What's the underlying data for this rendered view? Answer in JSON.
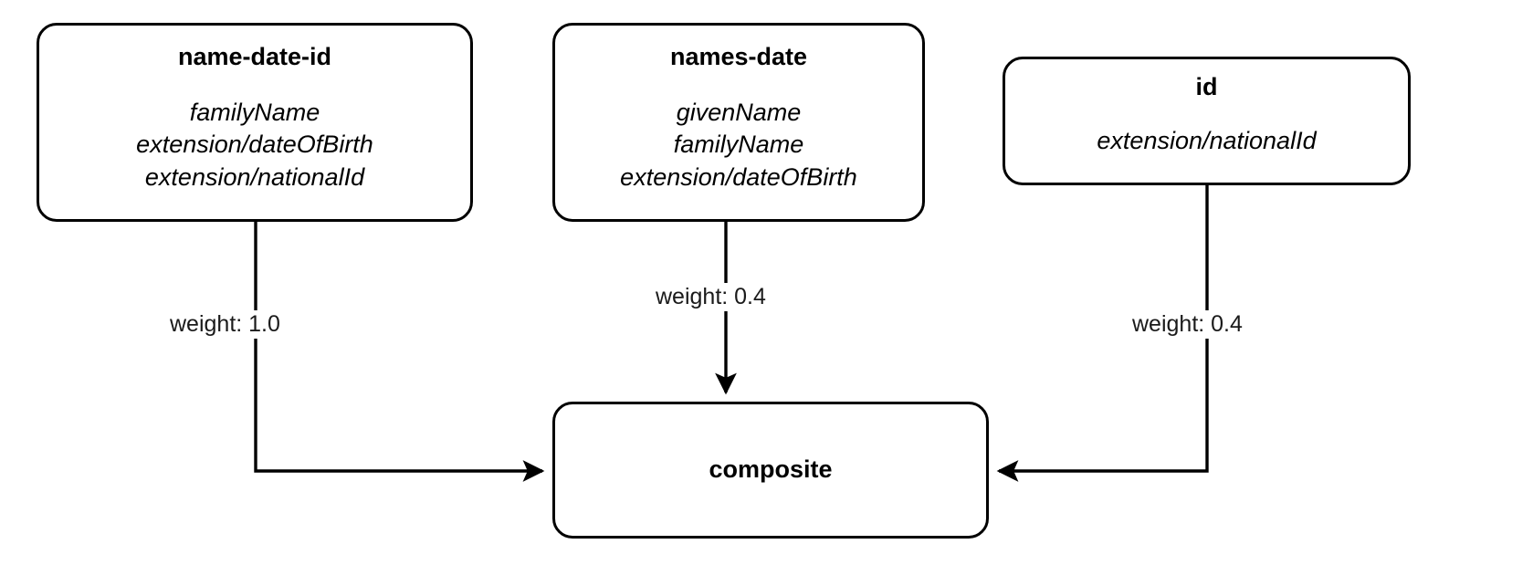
{
  "diagram": {
    "type": "flow-graph",
    "title": "",
    "background_color": "#ffffff",
    "stroke_color": "#000000",
    "label_color": "#1a1a1a",
    "nodes": [
      {
        "id": "name-date-id",
        "title": "name-date-id",
        "attributes": [
          "familyName",
          "extension/dateOfBirth",
          "extension/nationalId"
        ]
      },
      {
        "id": "names-date",
        "title": "names-date",
        "attributes": [
          "givenName",
          "familyName",
          "extension/dateOfBirth"
        ]
      },
      {
        "id": "id",
        "title": "id",
        "attributes": [
          "extension/nationalId"
        ]
      },
      {
        "id": "composite",
        "title": "composite",
        "attributes": []
      }
    ],
    "edges": [
      {
        "from": "name-date-id",
        "to": "composite",
        "label": "weight: 1.0",
        "weight": 1.0,
        "shape": "elbow-down-right",
        "arrowhead": "right"
      },
      {
        "from": "names-date",
        "to": "composite",
        "label": "weight: 0.4",
        "weight": 0.4,
        "shape": "straight-down",
        "arrowhead": "down"
      },
      {
        "from": "id",
        "to": "composite",
        "label": "weight: 0.4",
        "weight": 0.4,
        "shape": "elbow-down-left",
        "arrowhead": "left"
      }
    ]
  }
}
